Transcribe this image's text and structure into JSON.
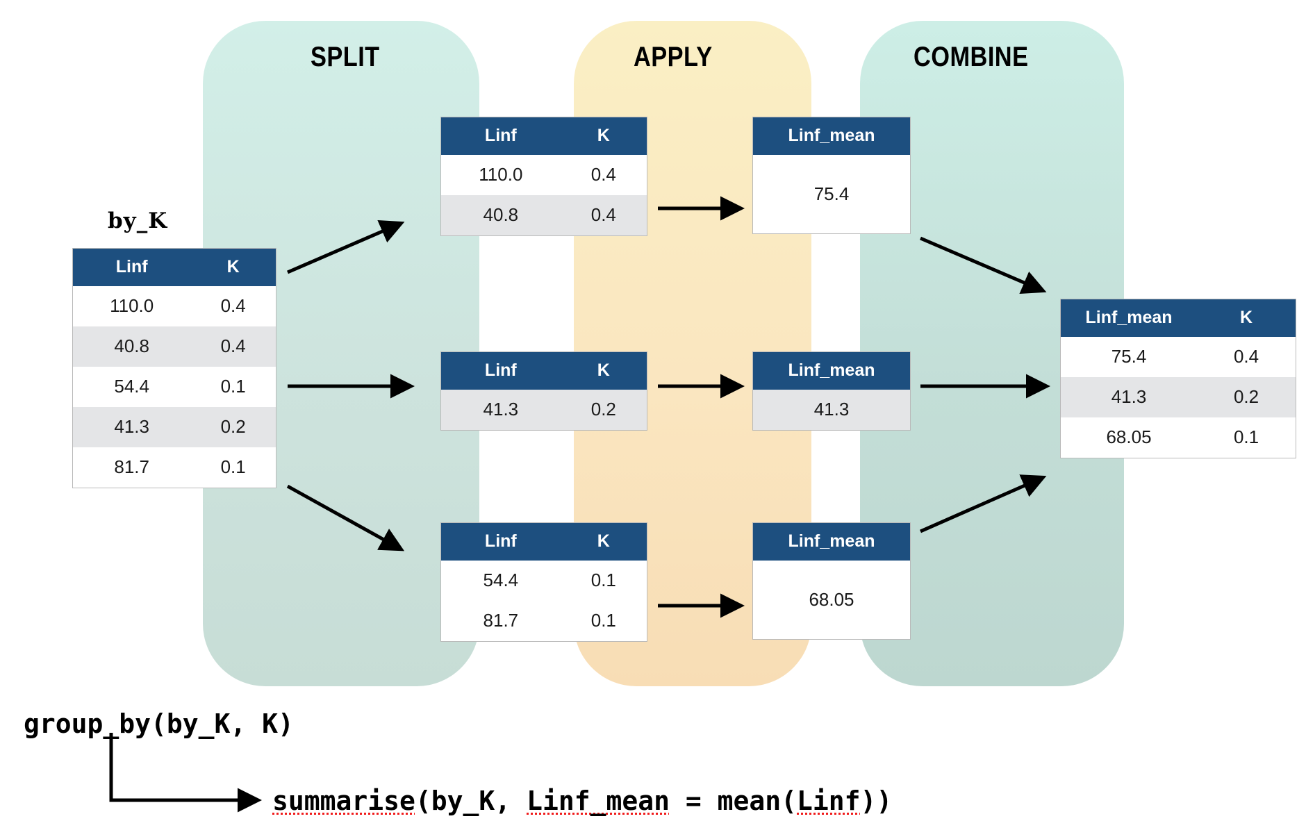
{
  "stages": {
    "split": {
      "label": "SPLIT"
    },
    "apply": {
      "label": "APPLY"
    },
    "combine": {
      "label": "COMBINE"
    }
  },
  "colors": {
    "header_blue": "#1d4f7f",
    "stripe_gray": "#e4e5e7",
    "split_panel": "#cde3dd",
    "apply_panel": "#fae6c0",
    "combine_panel": "#c3ded7",
    "spellcheck_red": "#f01c1c"
  },
  "source_table": {
    "caption": "by_K",
    "columns": [
      "Linf",
      "K"
    ],
    "rows": [
      [
        "110.0",
        "0.4"
      ],
      [
        "40.8",
        "0.4"
      ],
      [
        "54.4",
        "0.1"
      ],
      [
        "41.3",
        "0.2"
      ],
      [
        "81.7",
        "0.1"
      ]
    ]
  },
  "groups": [
    {
      "columns": [
        "Linf",
        "K"
      ],
      "rows": [
        [
          "110.0",
          "0.4"
        ],
        [
          "40.8",
          "0.4"
        ]
      ]
    },
    {
      "columns": [
        "Linf",
        "K"
      ],
      "rows": [
        [
          "41.3",
          "0.2"
        ]
      ]
    },
    {
      "columns": [
        "Linf",
        "K"
      ],
      "rows": [
        [
          "54.4",
          "0.1"
        ],
        [
          "81.7",
          "0.1"
        ]
      ]
    }
  ],
  "applied": [
    {
      "columns": [
        "Linf_mean"
      ],
      "rows": [
        [
          "75.4"
        ]
      ]
    },
    {
      "columns": [
        "Linf_mean"
      ],
      "rows": [
        [
          "41.3"
        ]
      ]
    },
    {
      "columns": [
        "Linf_mean"
      ],
      "rows": [
        [
          "68.05"
        ]
      ]
    }
  ],
  "result_table": {
    "columns": [
      "Linf_mean",
      "K"
    ],
    "rows": [
      [
        "75.4",
        "0.4"
      ],
      [
        "41.3",
        "0.2"
      ],
      [
        "68.05",
        "0.1"
      ]
    ]
  },
  "code": {
    "group_by": "group_by(by_K, K)",
    "summarise_parts": {
      "fn": "summarise",
      "open": "(by_K, ",
      "var": "Linf_mean",
      "mid": " = mean(",
      "arg": "Linf",
      "close": "))"
    }
  }
}
